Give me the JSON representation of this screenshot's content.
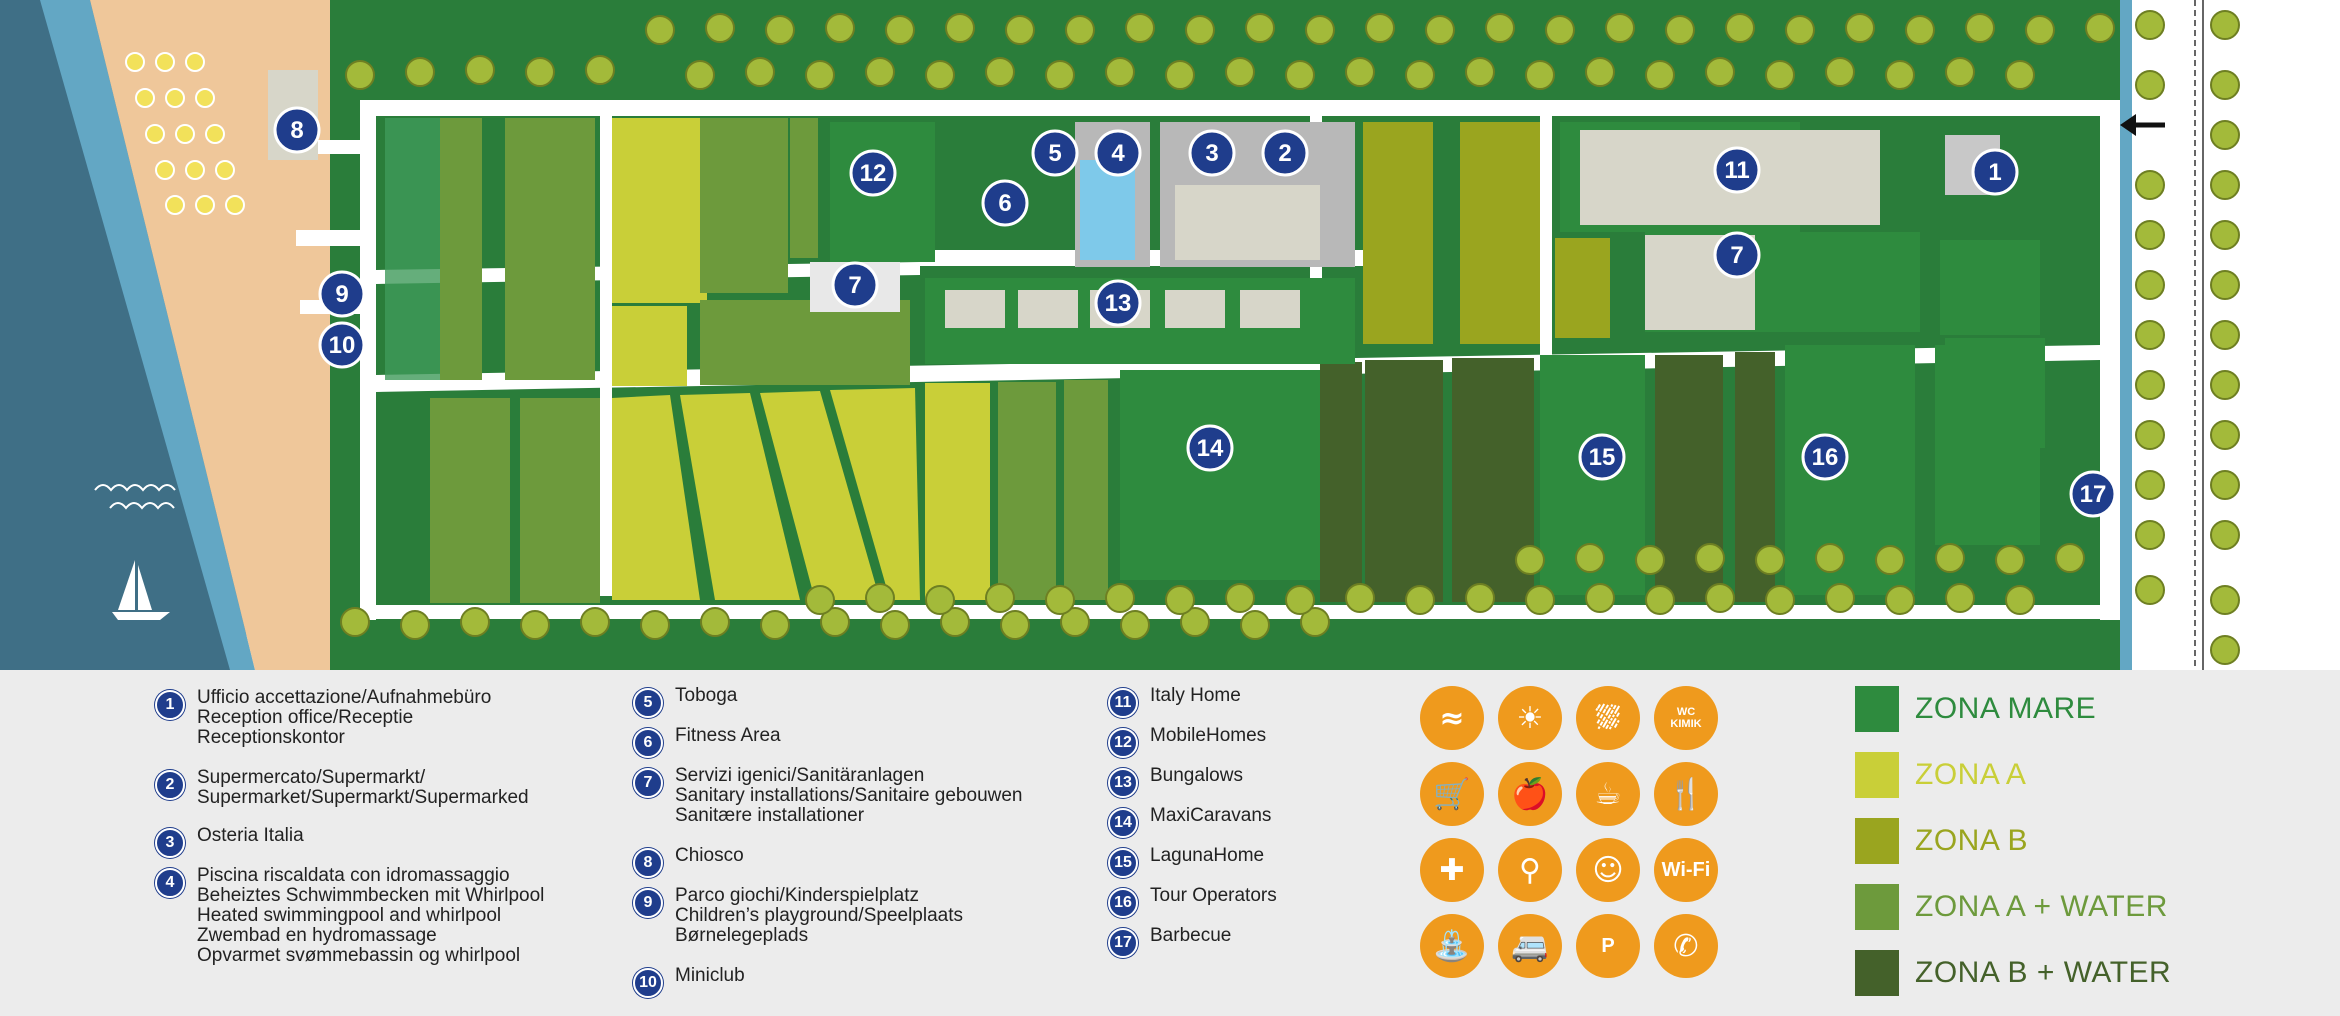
{
  "map": {
    "markers": [
      {
        "n": "1"
      },
      {
        "n": "2"
      },
      {
        "n": "3"
      },
      {
        "n": "4"
      },
      {
        "n": "5"
      },
      {
        "n": "6"
      },
      {
        "n": "7"
      },
      {
        "n": "7"
      },
      {
        "n": "8"
      },
      {
        "n": "9"
      },
      {
        "n": "10"
      },
      {
        "n": "11"
      },
      {
        "n": "12"
      },
      {
        "n": "13"
      },
      {
        "n": "14"
      },
      {
        "n": "15"
      },
      {
        "n": "16"
      },
      {
        "n": "17"
      }
    ]
  },
  "legend": {
    "col1": [
      {
        "n": "1",
        "lines": [
          "Ufficio accettazione/Aufnahmebüro",
          "Reception office/Receptie",
          "Receptionskontor"
        ]
      },
      {
        "n": "2",
        "lines": [
          "Supermercato/Supermarkt/",
          "Supermarket/Supermarkt/Supermarked"
        ]
      },
      {
        "n": "3",
        "lines": [
          "Osteria Italia"
        ]
      },
      {
        "n": "4",
        "lines": [
          "Piscina riscaldata con idromassaggio",
          "Beheiztes Schwimmbecken mit Whirlpool",
          "Heated swimmingpool and whirlpool",
          "Zwembad en hydromassage",
          "Opvarmet svømmebassin og whirlpool"
        ]
      }
    ],
    "col2": [
      {
        "n": "5",
        "lines": [
          "Toboga"
        ]
      },
      {
        "n": "6",
        "lines": [
          "Fitness Area"
        ]
      },
      {
        "n": "7",
        "lines": [
          "Servizi igenici/Sanitäranlagen",
          "Sanitary installations/Sanitaire gebouwen",
          "Sanitære installationer"
        ]
      },
      {
        "n": "8",
        "lines": [
          "Chiosco"
        ]
      },
      {
        "n": "9",
        "lines": [
          "Parco giochi/Kinderspielplatz",
          "Children’s playground/Speelplaats",
          "Børnelegeplads"
        ]
      },
      {
        "n": "10",
        "lines": [
          "Miniclub"
        ]
      }
    ],
    "col3": [
      {
        "n": "11",
        "lines": [
          "Italy Home"
        ]
      },
      {
        "n": "12",
        "lines": [
          "MobileHomes"
        ]
      },
      {
        "n": "13",
        "lines": [
          "Bungalows"
        ]
      },
      {
        "n": "14",
        "lines": [
          "MaxiCaravans"
        ]
      },
      {
        "n": "15",
        "lines": [
          "LagunaHome"
        ]
      },
      {
        "n": "16",
        "lines": [
          "Tour Operators"
        ]
      },
      {
        "n": "17",
        "lines": [
          "Barbecue"
        ]
      }
    ]
  },
  "services": [
    {
      "icon": "swimming-icon",
      "glyph": "≈"
    },
    {
      "icon": "sunbed-icon",
      "glyph": "☀"
    },
    {
      "icon": "shower-icon",
      "glyph": "⛆"
    },
    {
      "icon": "wc-icon",
      "text": "WC\nKIMIK"
    },
    {
      "icon": "shopping-cart-icon",
      "glyph": "🛒"
    },
    {
      "icon": "fruit-icon",
      "glyph": "🍎"
    },
    {
      "icon": "coffee-icon",
      "glyph": "☕"
    },
    {
      "icon": "restaurant-icon",
      "glyph": "🍴"
    },
    {
      "icon": "first-aid-icon",
      "glyph": "✚"
    },
    {
      "icon": "playground-icon",
      "glyph": "⚲"
    },
    {
      "icon": "kids-club-icon",
      "glyph": "☺"
    },
    {
      "icon": "wifi-icon",
      "text": "Wi-Fi"
    },
    {
      "icon": "water-tap-icon",
      "glyph": "⛲"
    },
    {
      "icon": "camper-icon",
      "glyph": "🚐"
    },
    {
      "icon": "parking-icon",
      "text": "P"
    },
    {
      "icon": "phone-icon",
      "glyph": "✆"
    }
  ],
  "zones": [
    {
      "label": "ZONA MARE",
      "color": "#2e8b3e"
    },
    {
      "label": "ZONA A",
      "color": "#c9cf38"
    },
    {
      "label": "ZONA B",
      "color": "#9aa51f"
    },
    {
      "label": "ZONA A + WATER",
      "color": "#6d9a3c"
    },
    {
      "label": "ZONA B + WATER",
      "color": "#44612a"
    }
  ],
  "colors": {
    "marker": "#1f3d8c",
    "service": "#ef9a1d"
  }
}
